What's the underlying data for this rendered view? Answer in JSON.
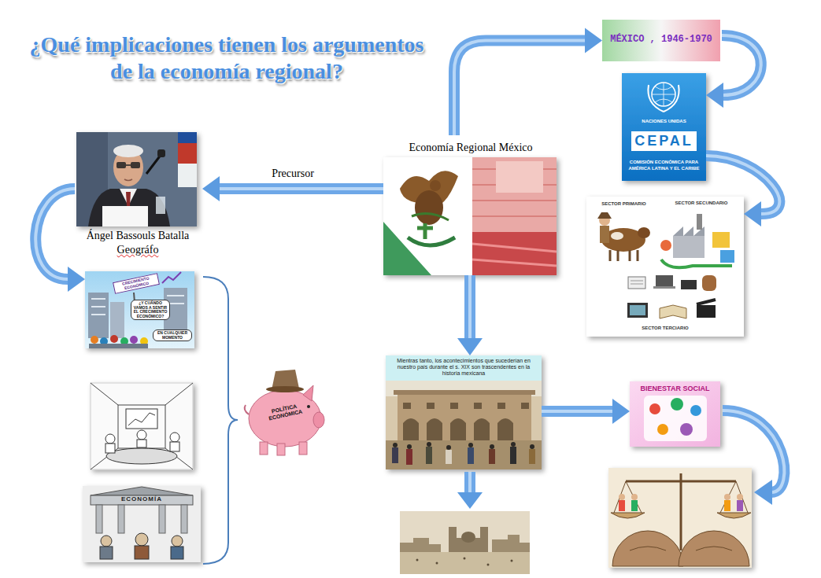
{
  "diagram": {
    "title": "¿Qué implicaciones tienen los argumentos de la economía regional?",
    "nodes": [
      {
        "text": [
          "Economía Regional México"
        ]
      },
      {
        "text": [
          "MÉXICO , 1946-1970"
        ]
      },
      {
        "text": [
          "Ángel Bassouls Batalla",
          "Geográfo"
        ]
      },
      {
        "text": [
          "NACIONES UNIDAS",
          "CEPAL",
          "COMISIÓN ECONÓMICA PARA AMÉRICA LATINA Y EL CARIBE"
        ]
      },
      {
        "text": [
          "SECTOR PRIMARIO",
          "SECTOR SECUNDARIO",
          "SECTOR TERCIARIO"
        ]
      },
      {
        "text": [
          "CRECIMIENTO ECONÓMICO",
          "¿Y CUÁNDO VAMOS A SENTIR EL CRECIMIENTO ECONÓMICO?",
          "EN CUALQUIER MOMENTO"
        ]
      },
      {
        "text": [
          "Mientras tanto, los acontecimientos que sucederían en nuestro país durante el s. XIX son trascendentes en la historia mexicana"
        ]
      },
      {
        "text": [
          "BIENESTAR SOCIAL"
        ]
      },
      {
        "text": [
          "POLÍTICA ECONÓMICA"
        ]
      },
      {
        "text": [
          "ECONOMÍA"
        ]
      }
    ],
    "edges": [
      {
        "from": 0,
        "to": 2,
        "label": "Precursor",
        "arrow": "to"
      },
      {
        "from": 0,
        "to": 1,
        "arrow": "to"
      },
      {
        "from": 1,
        "to": 3,
        "arrow": "to"
      },
      {
        "from": 3,
        "to": 4,
        "arrow": "to"
      },
      {
        "from": 2,
        "to": 5,
        "arrow": "to"
      },
      {
        "from": 0,
        "to": 6,
        "arrow": "to"
      },
      {
        "from": 6,
        "to": 7,
        "arrow": "to"
      }
    ]
  }
}
